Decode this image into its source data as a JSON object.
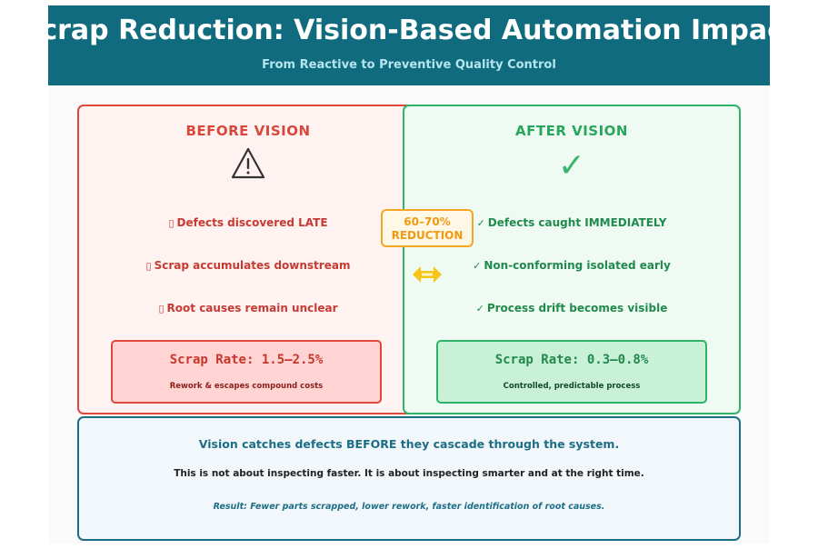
{
  "title": "Scrap Reduction: Vision-Based Automation Impact",
  "subtitle": "From Reactive to Preventive Quality Control",
  "before": {
    "heading": "BEFORE VISION",
    "icon": "warning-icon",
    "items": [
      {
        "mark": "▯",
        "text": "Defects discovered LATE"
      },
      {
        "mark": "▯",
        "text": "Scrap accumulates downstream"
      },
      {
        "mark": "▯",
        "text": "Root causes remain unclear"
      }
    ],
    "rate": "Scrap Rate: 1.5–2.5%",
    "rate_note": "Rework & escapes compound costs"
  },
  "after": {
    "heading": "AFTER VISION",
    "icon": "check-icon",
    "check_glyph": "✓",
    "items": [
      {
        "mark": "✓",
        "text": "Defects caught IMMEDIATELY"
      },
      {
        "mark": "✓",
        "text": "Non-conforming isolated early"
      },
      {
        "mark": "✓",
        "text": "Process drift becomes visible"
      }
    ],
    "rate": "Scrap Rate: 0.3–0.8%",
    "rate_note": "Controlled, predictable process"
  },
  "badge": {
    "line1": "60–70%",
    "line2": "REDUCTION"
  },
  "summary": {
    "headline": "Vision catches defects BEFORE they cascade through the system.",
    "body": "This is not about inspecting faster. It is about inspecting smarter and at the right time.",
    "result": "Result: Fewer parts scrapped, lower rework, faster identification of root causes."
  },
  "colors": {
    "header": "#0f6b7d",
    "before_accent": "#e0483c",
    "after_accent": "#2db36a",
    "badge": "#f5a623",
    "summary_border": "#1c6e86"
  }
}
